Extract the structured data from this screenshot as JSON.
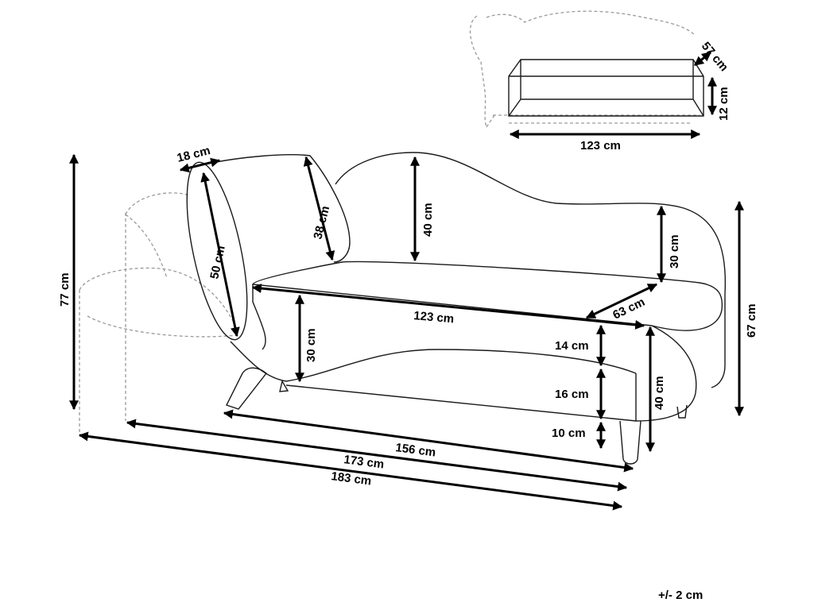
{
  "dimensions": {
    "pillow_depth": "18 cm",
    "pillow_length": "50 cm",
    "pillow_height": "38 cm",
    "back_height": "40 cm",
    "armrest_height": "30 cm",
    "seat_length": "123 cm",
    "seat_depth": "63 cm",
    "front_arm_height": "30 cm",
    "cushion_height": "14 cm",
    "base_height": "16 cm",
    "leg_height": "10 cm",
    "seat_height": "40 cm",
    "total_height_right": "67 cm",
    "total_height_left": "77 cm",
    "length_156": "156 cm",
    "length_173": "173 cm",
    "length_183": "183 cm",
    "storage_depth": "57 cm",
    "storage_height": "12 cm",
    "storage_length": "123 cm"
  },
  "tolerance": "+/- 2 cm"
}
